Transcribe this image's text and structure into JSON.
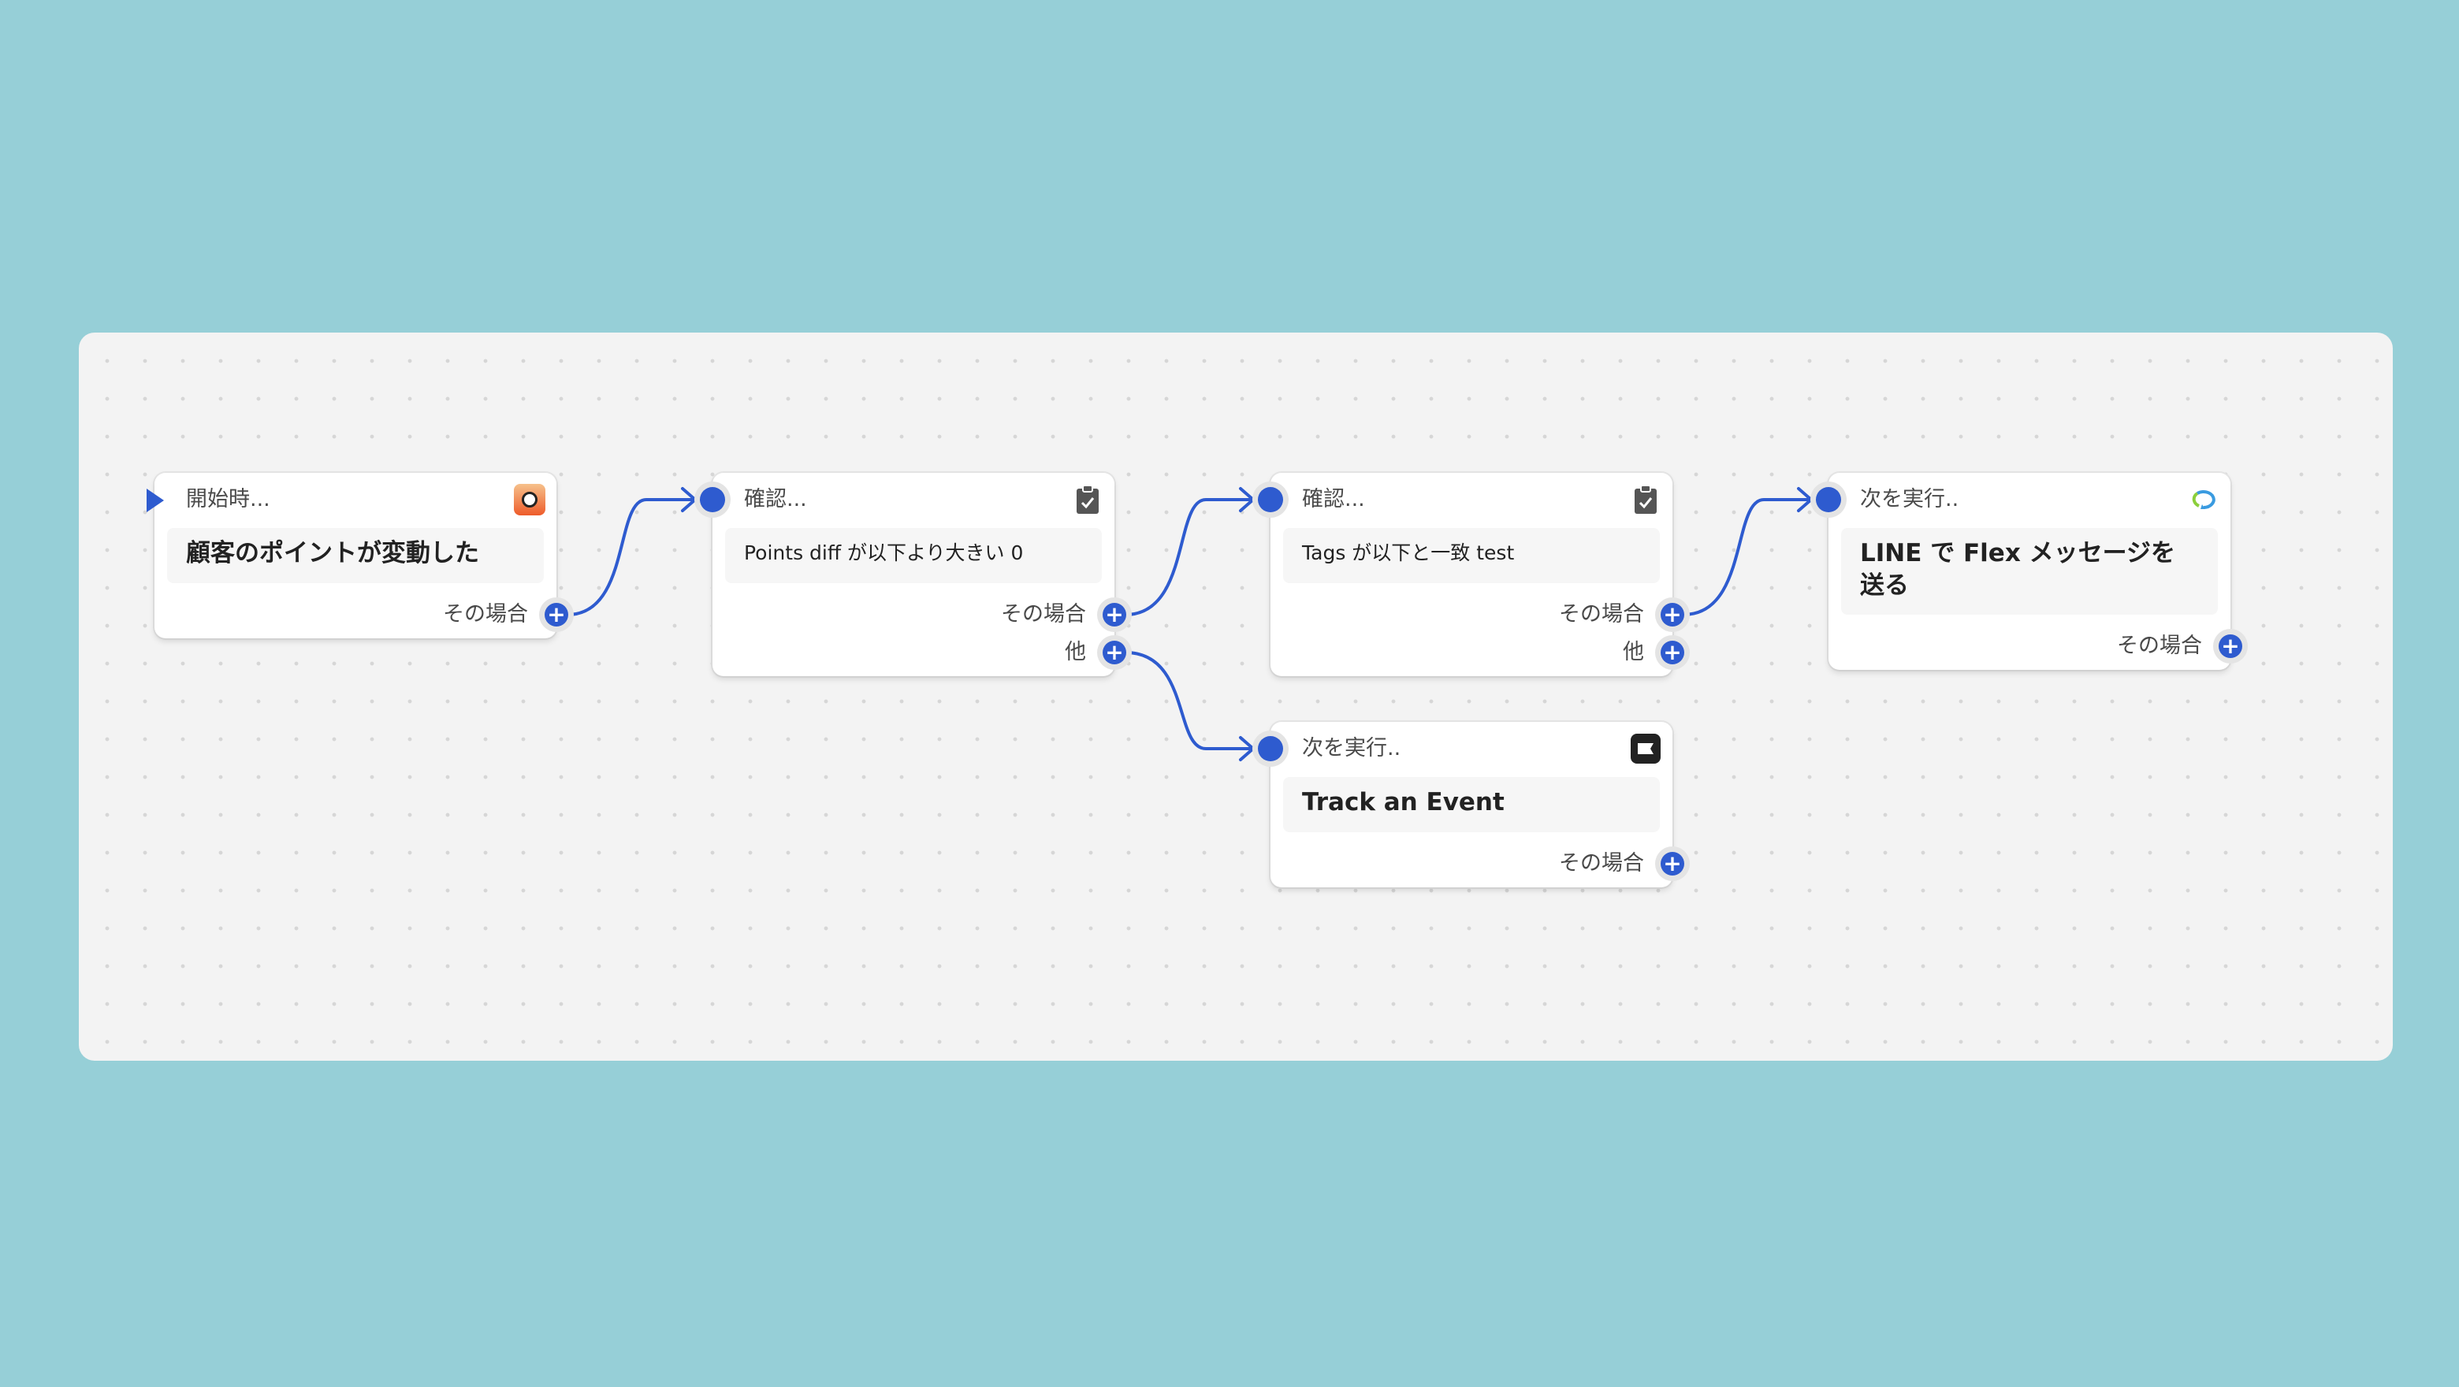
{
  "nodes": {
    "trigger": {
      "header": "開始時...",
      "title": "顧客のポイントが変動した",
      "outputs": [
        "その場合"
      ],
      "icon": "reward-badge-icon"
    },
    "check1": {
      "header": "確認...",
      "condition": "Points diff が以下より大きい 0",
      "outputs": [
        "その場合",
        "他"
      ],
      "icon": "clipboard-check-icon"
    },
    "check2": {
      "header": "確認...",
      "condition": "Tags が以下と一致 test",
      "outputs": [
        "その場合",
        "他"
      ],
      "icon": "clipboard-check-icon"
    },
    "line_action": {
      "header": "次を実行..",
      "title": "LINE で Flex メッセージを送る",
      "outputs": [
        "その場合"
      ],
      "icon": "line-app-icon"
    },
    "track_action": {
      "header": "次を実行..",
      "title": "Track an Event",
      "outputs": [
        "その場合"
      ],
      "icon": "flag-icon"
    }
  },
  "colors": {
    "background": "#96cfd7",
    "accent": "#2e5bcf",
    "canvas": "#f3f3f3"
  }
}
